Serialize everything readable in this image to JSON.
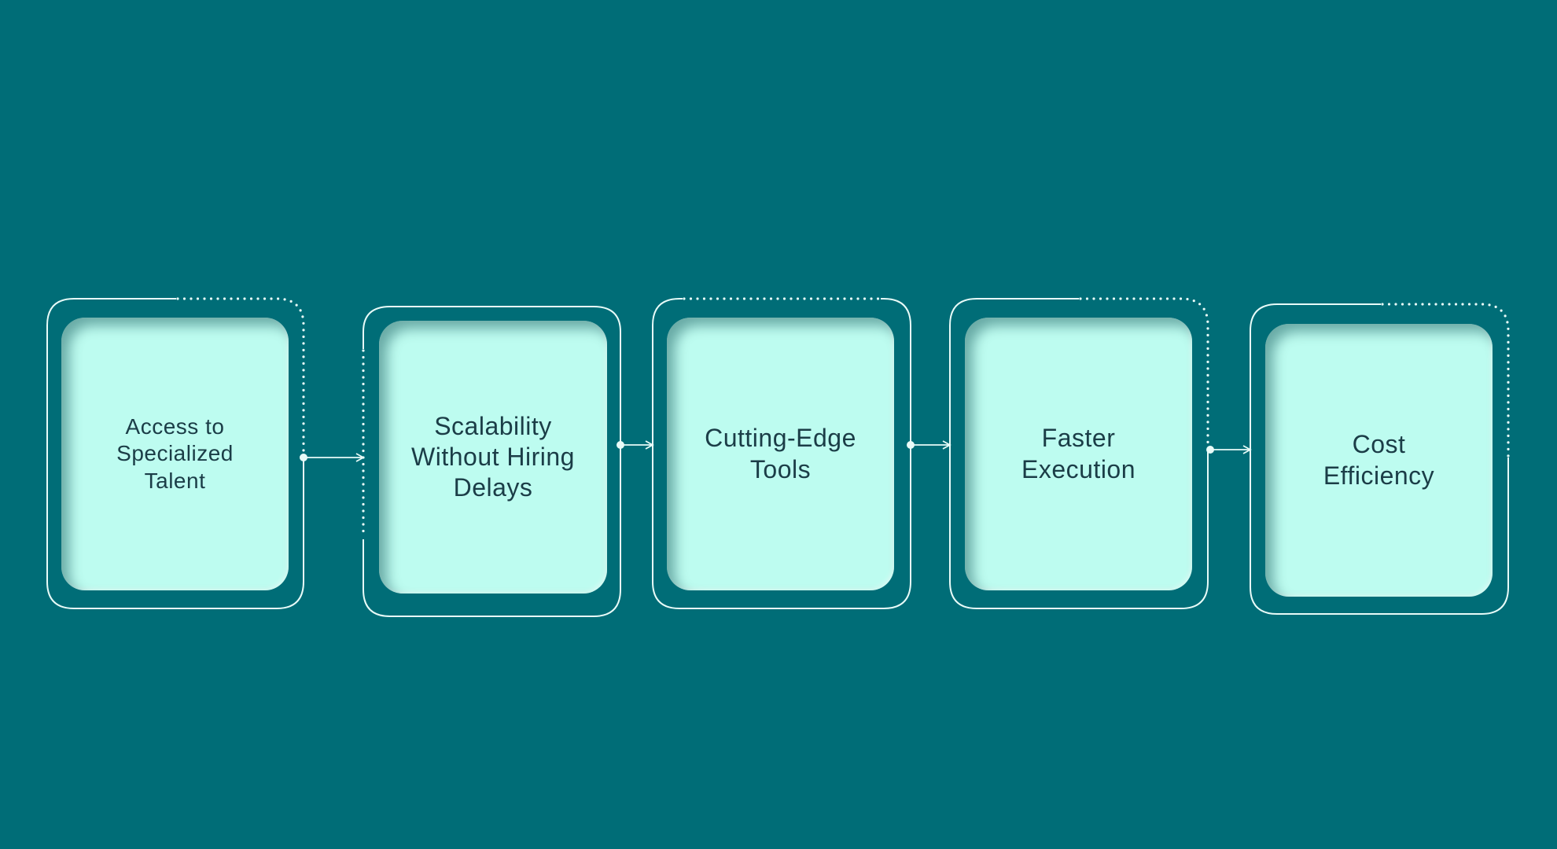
{
  "colors": {
    "background": "#006d77",
    "card_fill": "#bdfcf0",
    "outline": "#e8fbf8",
    "text": "#1b3d47"
  },
  "steps": [
    {
      "label": "Access to\nSpecialized\nTalent"
    },
    {
      "label": "Scalability\nWithout Hiring\nDelays"
    },
    {
      "label": "Cutting-Edge\nTools"
    },
    {
      "label": "Faster\nExecution"
    },
    {
      "label": "Cost\nEfficiency"
    }
  ]
}
